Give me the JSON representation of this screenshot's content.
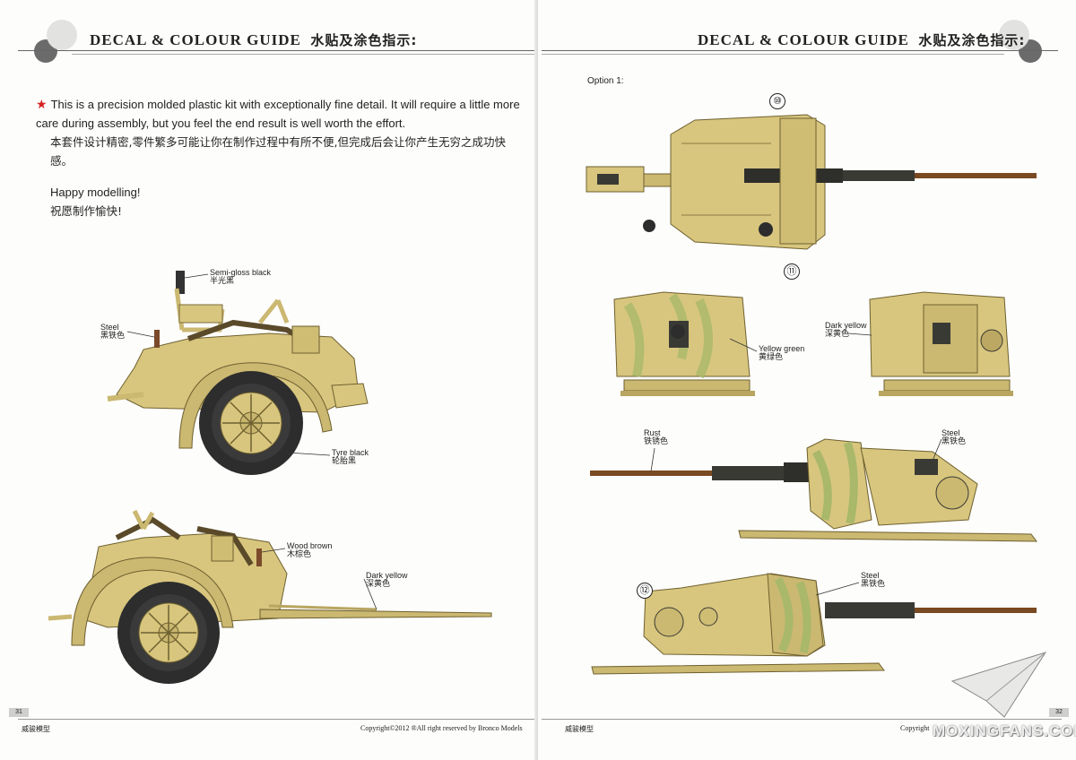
{
  "header": {
    "title_en": "DECAL & COLOUR GUIDE",
    "title_cn": "水贴及涂色指示:"
  },
  "intro": {
    "line_en": "This is a precision molded plastic kit with exceptionally fine detail. It will require a little more care during assembly, but you feel the end result is well worth the effort.",
    "line_cn": "本套件设计精密,零件繁多可能让你在制作过程中有所不便,但完成后会让你产生无穷之成功快感。",
    "happy_en": "Happy modelling!",
    "happy_cn": "祝愿制作愉快!"
  },
  "left_labels": {
    "semigloss_en": "Semi-gloss black",
    "semigloss_cn": "半光黑",
    "steel_en": "Steel",
    "steel_cn": "黑铁色",
    "tyre_en": "Tyre black",
    "tyre_cn": "轮胎黑",
    "wood_en": "Wood brown",
    "wood_cn": "木棕色",
    "darkyellow_en": "Dark yellow",
    "darkyellow_cn": "深黄色"
  },
  "right_labels": {
    "option": "Option 1:",
    "yellowgreen_en": "Yellow green",
    "yellowgreen_cn": "黄绿色",
    "darkyellow_en": "Dark yellow",
    "darkyellow_cn": "深黄色",
    "rust_en": "Rust",
    "rust_cn": "铁锈色",
    "steel_a_en": "Steel",
    "steel_a_cn": "黑铁色",
    "steel_b_en": "Steel",
    "steel_b_cn": "黑铁色"
  },
  "decal_numbers": [
    "⑩",
    "⑪",
    "⑫"
  ],
  "footer": {
    "left_page_num": "31",
    "right_page_num": "32",
    "brand_cn": "威骏模型",
    "copyright": "Copyright©2012  ®All right reserved by Bronco Models",
    "copyright_cut": "Copyright",
    "watermark": "MOXINGFANS.COM"
  },
  "colors": {
    "dark_yellow": "#d8c67e",
    "yellow_green": "#a9b86a",
    "steel": "#3a3a35",
    "rust": "#7a4a22",
    "tyre": "#2d2d2d",
    "wood": "#7a4a2a",
    "accent_star": "#d42020"
  }
}
